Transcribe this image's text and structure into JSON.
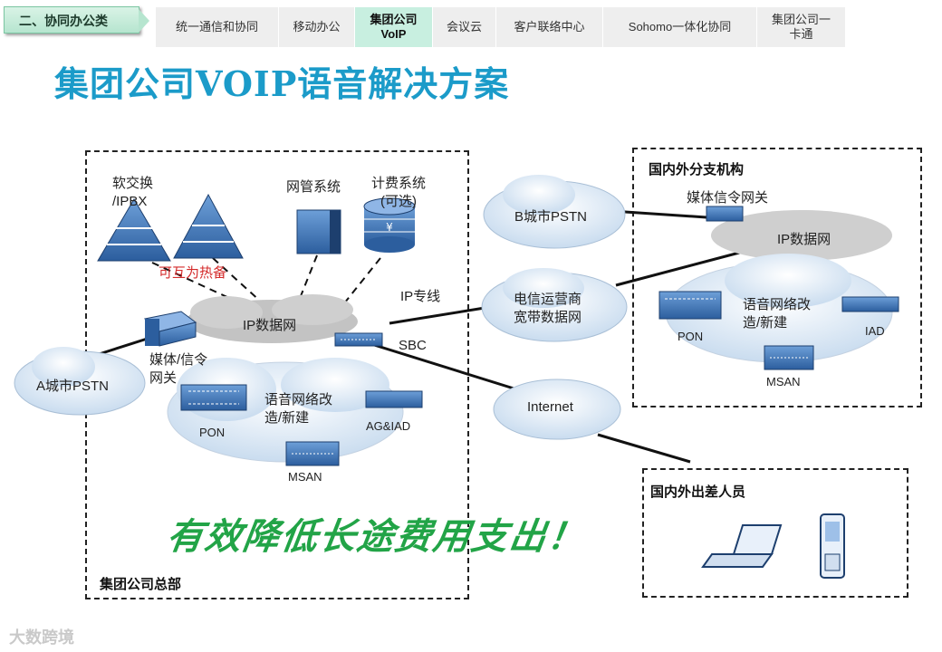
{
  "nav": {
    "section": "二、协同办公类",
    "tabs": [
      {
        "label": "统一通信和协同",
        "active": false
      },
      {
        "label": "移动办公",
        "active": false
      },
      {
        "label": "集团公司\nVoIP",
        "active": true
      },
      {
        "label": "会议云",
        "active": false
      },
      {
        "label": "客户联络中心",
        "active": false
      },
      {
        "label": "Sohomo一体化协同",
        "active": false
      },
      {
        "label": "集团公司一\n卡通",
        "active": false
      }
    ]
  },
  "title": "集团公司VOIP语音解决方案",
  "hq": {
    "region_label": "集团公司总部",
    "softswitch": "软交换\n/IPBX",
    "standby": "可互为热备",
    "nms": "网管系统",
    "billing": "计费系统\n(可选)",
    "ip_network": "IP数据网",
    "media_gw": "媒体/信令\n网关",
    "sbc": "SBC",
    "ip_line": "IP专线",
    "voice_rebuild": "语音网络改\n造/新建",
    "pon": "PON",
    "agiad": "AG&IAD",
    "msan": "MSAN",
    "pstn_a": "A城市PSTN"
  },
  "middle": {
    "pstn_b": "B城市PSTN",
    "carrier": "电信运营商\n宽带数据网",
    "internet": "Internet"
  },
  "branch": {
    "region_label": "国内外分支机构",
    "media_gw": "媒体信令网关",
    "ip_network": "IP数据网",
    "voice_rebuild": "语音网络改\n造/新建",
    "pon": "PON",
    "iad": "IAD",
    "msan": "MSAN"
  },
  "travel": {
    "region_label": "国内外出差人员"
  },
  "slogan": "有效降低长途费用支出！",
  "watermark": "大数跨境",
  "colors": {
    "title": "#1b9bc9",
    "slogan": "#22a447",
    "standby": "#d42b2b",
    "cloud": "#d7e6f4",
    "device": "#2c5e9e"
  }
}
